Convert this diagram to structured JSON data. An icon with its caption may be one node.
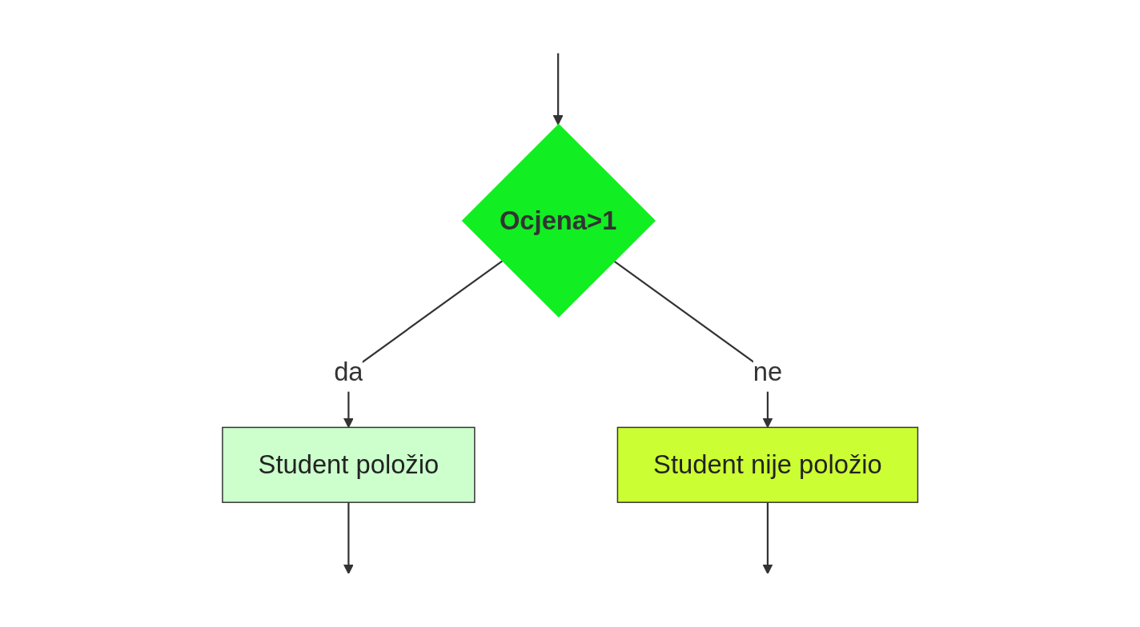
{
  "diagram": {
    "nodes": [
      {
        "text": [
          "Ocjena>1"
        ]
      },
      {
        "text": [
          "Student položio"
        ]
      },
      {
        "text": [
          "Student nije položio"
        ]
      }
    ],
    "edges": [
      {
        "from": null,
        "to": 0,
        "arrow": "to"
      },
      {
        "from": 0,
        "to": 1,
        "label": "da",
        "arrow": "to"
      },
      {
        "from": 0,
        "to": 2,
        "label": "ne",
        "arrow": "to"
      },
      {
        "from": 1,
        "to": null,
        "arrow": "to"
      },
      {
        "from": 2,
        "to": null,
        "arrow": "to"
      }
    ]
  }
}
